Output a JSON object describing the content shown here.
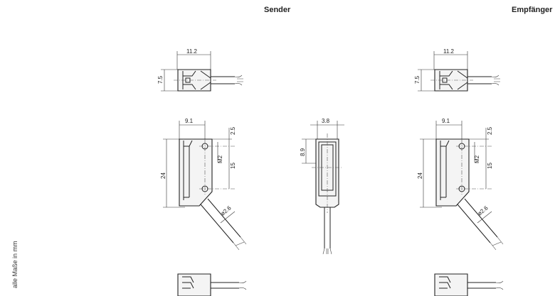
{
  "headings": {
    "sender": "Sender",
    "receiver": "Empfänger"
  },
  "note": "alle Maße in mm",
  "dimensions": {
    "width_top": "11.2",
    "height_top": "7.5",
    "width_front": "9.1",
    "offset_top": "2.5",
    "thread": "M2",
    "hole_spacing": "15",
    "height_front": "24",
    "cable_diameter": "ø2.6",
    "width_side": "3.8",
    "depth_side": "8.9"
  }
}
